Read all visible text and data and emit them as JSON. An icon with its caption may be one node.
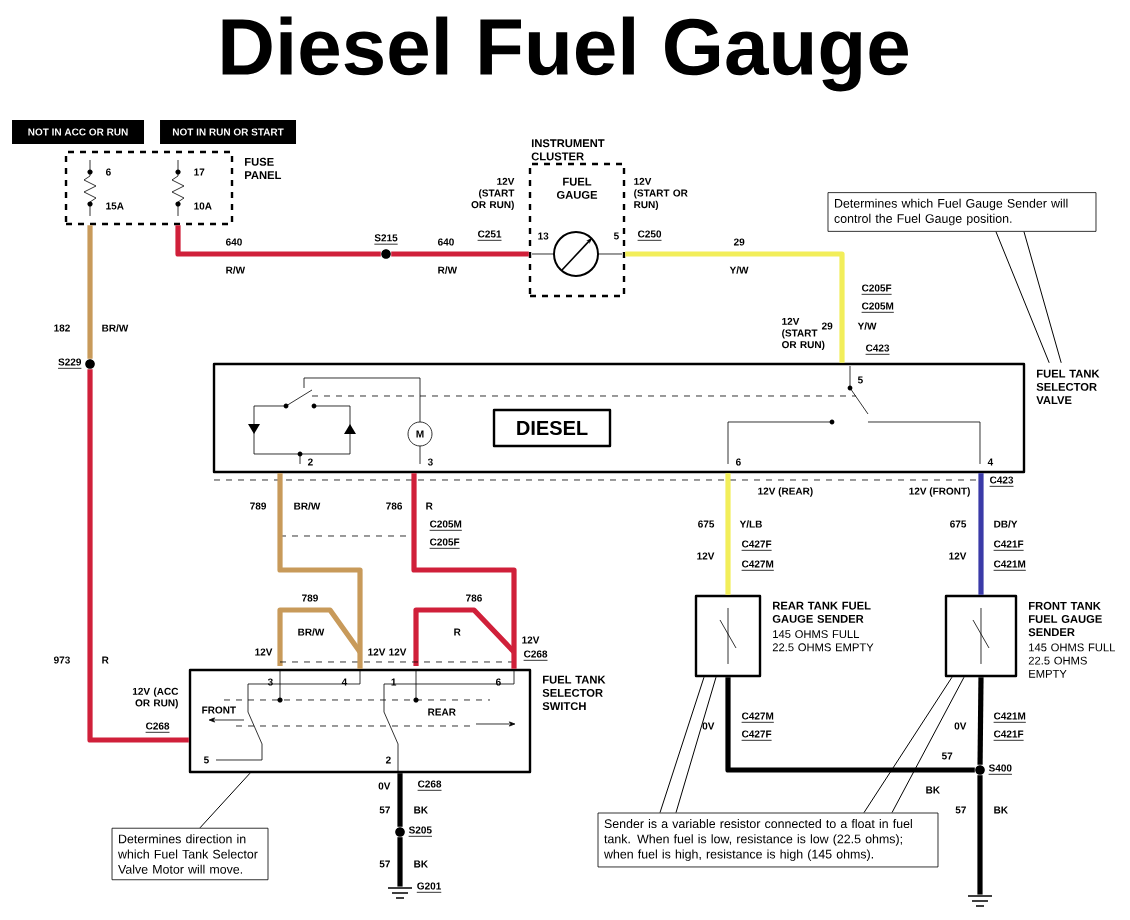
{
  "diagram": {
    "title": "Diesel Fuel Gauge",
    "nodes": [
      {
        "text": [
          "NOT IN ACC OR RUN"
        ]
      },
      {
        "text": [
          "NOT IN RUN OR START"
        ]
      },
      {
        "text": [
          "FUSE PANEL"
        ]
      },
      {
        "text": [
          "INSTRUMENT CLUSTER",
          "FUEL GAUGE"
        ]
      },
      {
        "text": [
          "Determines which Fuel Gauge Sender will control the Fuel Gauge position."
        ]
      },
      {
        "text": [
          "S215"
        ]
      },
      {
        "text": [
          "S229"
        ]
      },
      {
        "text": [
          "FUEL TANK SELECTOR VALVE"
        ]
      },
      {
        "text": [
          "DIESEL"
        ],
        "in": 7
      },
      {
        "text": [
          "REAR TANK FUEL GAUGE SENDER",
          "145 OHMS FULL 22.5 OHMS EMPTY"
        ]
      },
      {
        "text": [
          "FRONT TANK FUEL GAUGE SENDER",
          "145 OHMS FULL 22.5 OHMS EMPTY"
        ]
      },
      {
        "text": [
          "FUEL TANK SELECTOR SWITCH"
        ]
      },
      {
        "text": [
          "S400"
        ]
      },
      {
        "text": [
          "Determines direction in which Fuel Tank Selector Valve Motor will move."
        ]
      },
      {
        "text": [
          "Sender is a variable resistor connected to a float in fuel tank. When fuel is low, resistance is low (22.5 ohms); when fuel is high, resistance is high (145 ohms)."
        ]
      },
      {
        "text": [
          "S205"
        ]
      },
      {
        "text": [
          "G201"
        ]
      },
      {
        "text": [],
        "shape": "ground"
      }
    ],
    "edges": [
      {
        "from": 2,
        "to": 6,
        "arrow": "none",
        "color": "#c89a5a"
      },
      {
        "from": 6,
        "to": 11,
        "arrow": "none",
        "color": "#d0203a"
      },
      {
        "from": 2,
        "to": 5,
        "arrow": "none",
        "color": "#d0203a"
      },
      {
        "from": 5,
        "to": 3,
        "arrow": "none",
        "color": "#d0203a"
      },
      {
        "from": 3,
        "to": 7,
        "arrow": "none",
        "color": "#f2ee5a"
      },
      {
        "from": 7,
        "to": 11,
        "arrow": "none",
        "color": "#c89a5a"
      },
      {
        "from": 7,
        "to": 11,
        "arrow": "none",
        "color": "#d0203a"
      },
      {
        "from": 7,
        "to": 9,
        "arrow": "none",
        "color": "#f2ee5a"
      },
      {
        "from": 7,
        "to": 10,
        "arrow": "none",
        "color": "#3a3aa8"
      },
      {
        "from": 9,
        "to": 12,
        "arrow": "none"
      },
      {
        "from": 10,
        "to": 12,
        "arrow": "none"
      },
      {
        "from": 12,
        "to": 17,
        "arrow": "none"
      },
      {
        "from": 11,
        "to": 15,
        "arrow": "none"
      },
      {
        "from": 15,
        "to": 16,
        "arrow": "none"
      },
      {
        "from": 4,
        "to": 7,
        "arrow": "none"
      },
      {
        "from": 4,
        "to": 7,
        "arrow": "none"
      },
      {
        "from": 13,
        "to": 11,
        "arrow": "none"
      },
      {
        "from": 14,
        "to": 9,
        "arrow": "none"
      },
      {
        "from": 14,
        "to": 9,
        "arrow": "none"
      },
      {
        "from": 14,
        "to": 10,
        "arrow": "none"
      },
      {
        "from": 14,
        "to": 10,
        "arrow": "none"
      }
    ],
    "labels": [
      "6",
      "15A",
      "17",
      "10A",
      "12V (START OR RUN)",
      "13",
      "5",
      "12V (START OR RUN)",
      "640",
      "640",
      "C251",
      "C250",
      "29",
      "R/W",
      "R/W",
      "Y/W",
      "C205F",
      "C205M",
      "12V (START OR RUN)",
      "29",
      "Y/W",
      "C423",
      "182",
      "BR/W",
      "5",
      "M",
      "2",
      "3",
      "6",
      "4",
      "12V (REAR)",
      "12V (FRONT)",
      "C423",
      "789",
      "BR/W",
      "786",
      "R",
      "C205M",
      "675",
      "Y/LB",
      "675",
      "DB/Y",
      "C205F",
      "C427F",
      "C421F",
      "12V",
      "12V",
      "C427M",
      "C421M",
      "789",
      "786",
      "BR/W",
      "R",
      "973",
      "R",
      "12V",
      "12V",
      "12V",
      "12V",
      "C268",
      "3",
      "4",
      "1",
      "6",
      "12V (ACC OR RUN)",
      "FRONT",
      "REAR",
      "C268",
      "5",
      "2",
      "0V",
      "C427M",
      "C427F",
      "0V",
      "C421M",
      "C421F",
      "57",
      "0V",
      "C268",
      "BK",
      "57",
      "BK",
      "57",
      "BK",
      "57",
      "BK"
    ]
  }
}
